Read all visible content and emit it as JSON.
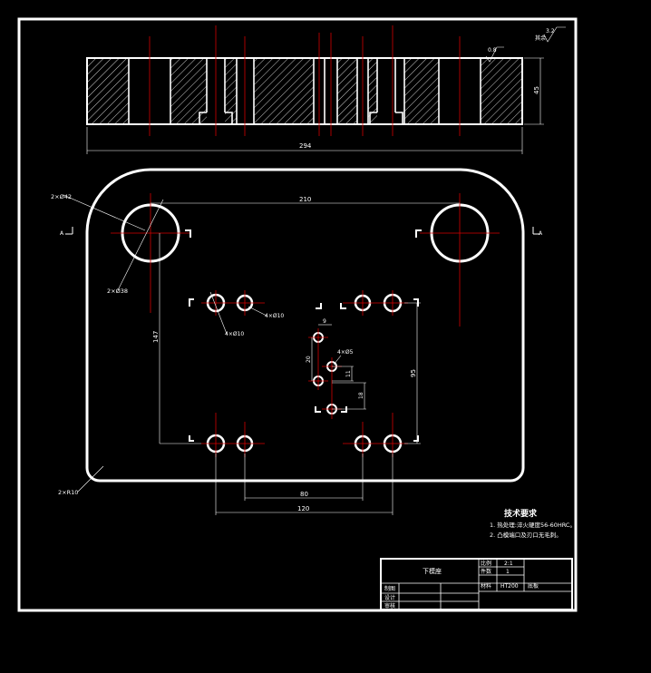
{
  "dimensions": {
    "width_294": "294",
    "height_45": "45",
    "span_210": "210",
    "hole_2x42": "2×Ø42",
    "hole_2x38": "2×Ø38",
    "hole_4x10a": "4×Ø10",
    "hole_4x10b": "4×Ø10",
    "hole_4x5": "4×Ø5",
    "vert_147": "147",
    "vert_95": "95",
    "small_9": "9",
    "small_20": "20",
    "small_11": "11",
    "small_18": "18",
    "span_80": "80",
    "span_120": "120",
    "radius_2xR10": "2×R10",
    "surface_08": "0.8",
    "surface_32": "3.2",
    "surface_rest": "其余",
    "section_a_left": "A",
    "section_a_right": "A"
  },
  "tech_requirements": {
    "title": "技术要求",
    "line1": "1. 热处理:淬火硬度56-60HRC。",
    "line2": "2. 凸模端口及刃口无毛刺。"
  },
  "title_block": {
    "part_name": "下模座",
    "scale_label": "比例",
    "scale_value": "2:1",
    "qty_label": "件数",
    "qty_value": "1",
    "material_label": "材料",
    "material_value": "HT200",
    "drawing_no": "底板",
    "row_draw": "制图",
    "row_design": "设计",
    "row_check": "审核"
  }
}
